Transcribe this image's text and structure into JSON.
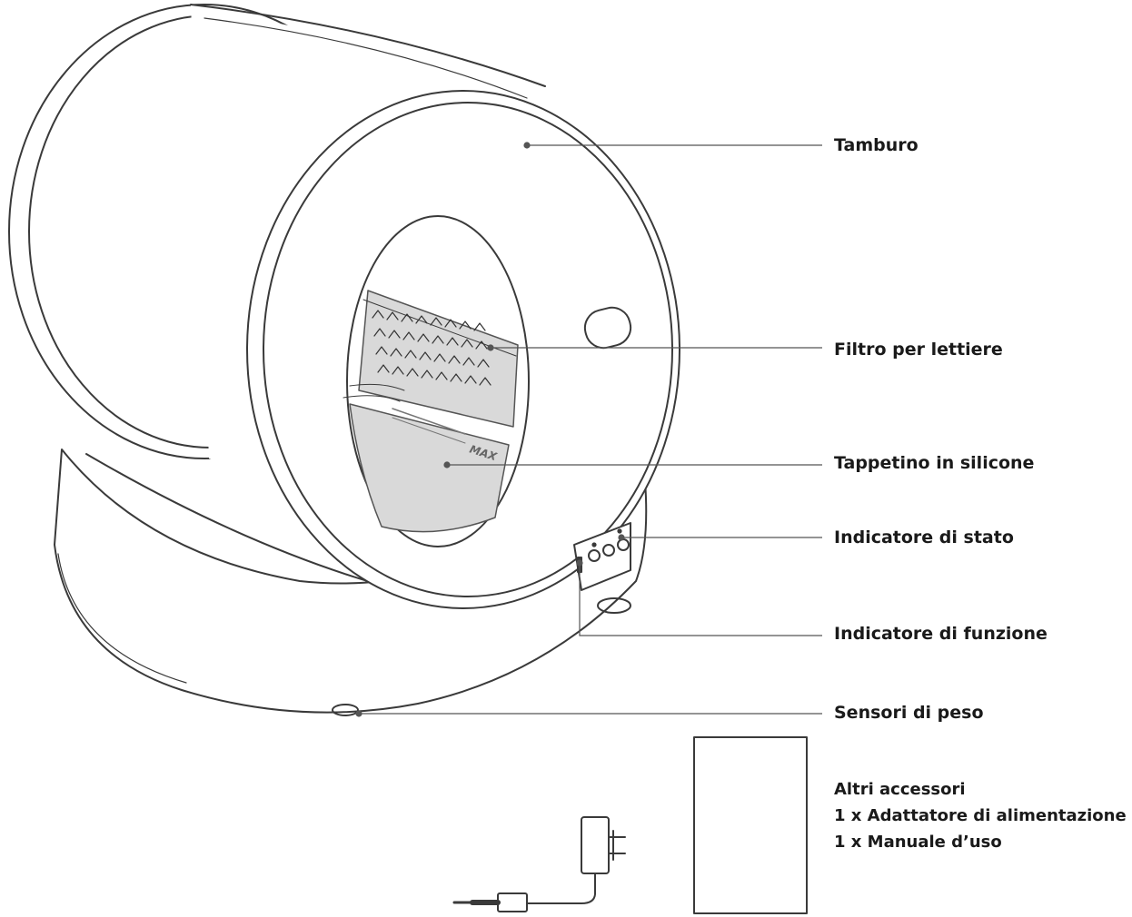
{
  "callouts": {
    "drum": "Tamburo",
    "litter_filter": "Filtro per lettiere",
    "silicone_mat": "Tappetino in silicone",
    "status_indicator": "Indicatore di stato",
    "function_indicator": "Indicatore di funzione",
    "weight_sensors": "Sensori di peso"
  },
  "product_marking": "MAX",
  "accessories": {
    "title": "Altri accessori",
    "items": [
      "1 x Adattatore di alimentazione",
      "1 x Manuale d’uso"
    ]
  },
  "colors": {
    "outline": "#3a3a3a",
    "leader": "#555555",
    "shade": "#d9d9d9",
    "text": "#1a1a1a"
  }
}
